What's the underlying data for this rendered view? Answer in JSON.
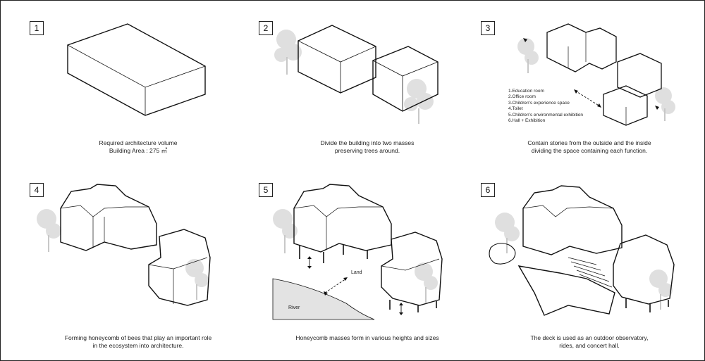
{
  "panels": [
    {
      "number": "1",
      "caption": [
        "Required architecture volume",
        "Building Area : 275 ㎡"
      ]
    },
    {
      "number": "2",
      "caption": [
        "Divide the building into two masses",
        "preserving trees around."
      ]
    },
    {
      "number": "3",
      "caption": [
        "Contain stories from the outside and the inside",
        "dividing the space containing each function."
      ],
      "legend": [
        "1.Education room",
        "2.Office room",
        "3.Children's experience space",
        "4.Toilet",
        "5.Children's environmental exhibition",
        "6.Hall + Exhibition"
      ]
    },
    {
      "number": "4",
      "caption": [
        "Forming honeycomb of bees that play an important role",
        "in the ecosystem into architecture."
      ]
    },
    {
      "number": "5",
      "caption": [
        "Honeycomb masses form in various heights and sizes"
      ],
      "labels": {
        "land": "Land",
        "river": "River"
      }
    },
    {
      "number": "6",
      "caption": [
        "The deck is used as an outdoor observatory,",
        "rides, and concert hall."
      ]
    }
  ]
}
